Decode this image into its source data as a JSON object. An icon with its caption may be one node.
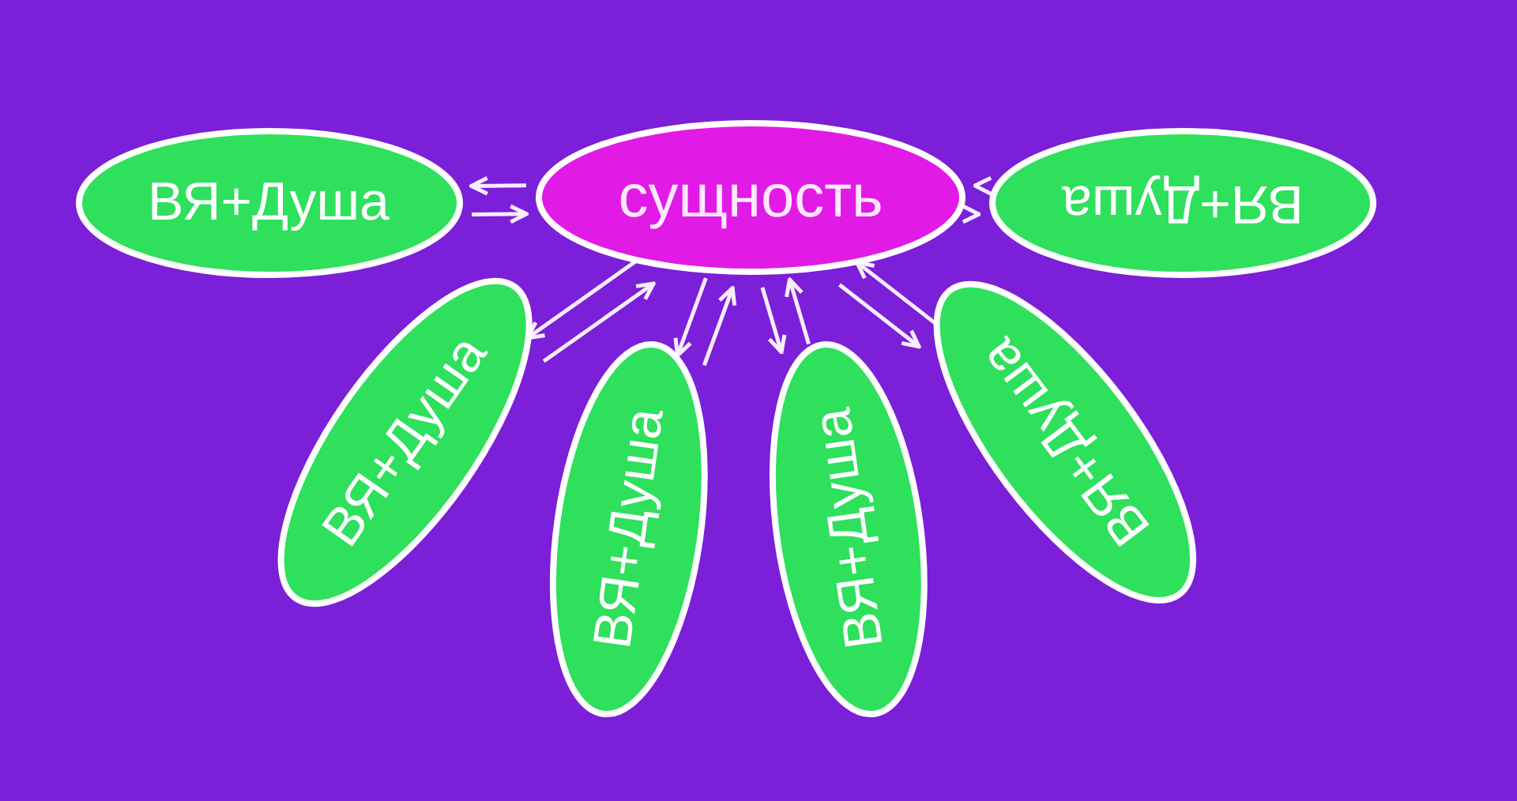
{
  "diagram": {
    "nodes": [
      {
        "text": [
          "сущность"
        ]
      },
      {
        "text": [
          "ВЯ+Душа"
        ]
      },
      {
        "text": [
          "ВЯ+Душа"
        ]
      },
      {
        "text": [
          "ВЯ+Душа"
        ]
      },
      {
        "text": [
          "ВЯ+Душа"
        ]
      },
      {
        "text": [
          "ВЯ+Душа"
        ]
      },
      {
        "text": [
          "ВЯ+Душа"
        ]
      }
    ],
    "edges": [
      {
        "from": 0,
        "to": 1,
        "arrow": "to"
      },
      {
        "from": 1,
        "to": 0,
        "arrow": "to"
      },
      {
        "from": 0,
        "to": 2,
        "arrow": "to"
      },
      {
        "from": 2,
        "to": 0,
        "arrow": "to"
      },
      {
        "from": 0,
        "to": 3,
        "arrow": "to"
      },
      {
        "from": 3,
        "to": 0,
        "arrow": "to"
      },
      {
        "from": 0,
        "to": 4,
        "arrow": "to"
      },
      {
        "from": 4,
        "to": 0,
        "arrow": "to"
      },
      {
        "from": 0,
        "to": 5,
        "arrow": "to"
      },
      {
        "from": 5,
        "to": 0,
        "arrow": "to"
      },
      {
        "from": 0,
        "to": 6,
        "arrow": "to"
      },
      {
        "from": 6,
        "to": 0,
        "arrow": "to"
      }
    ]
  }
}
